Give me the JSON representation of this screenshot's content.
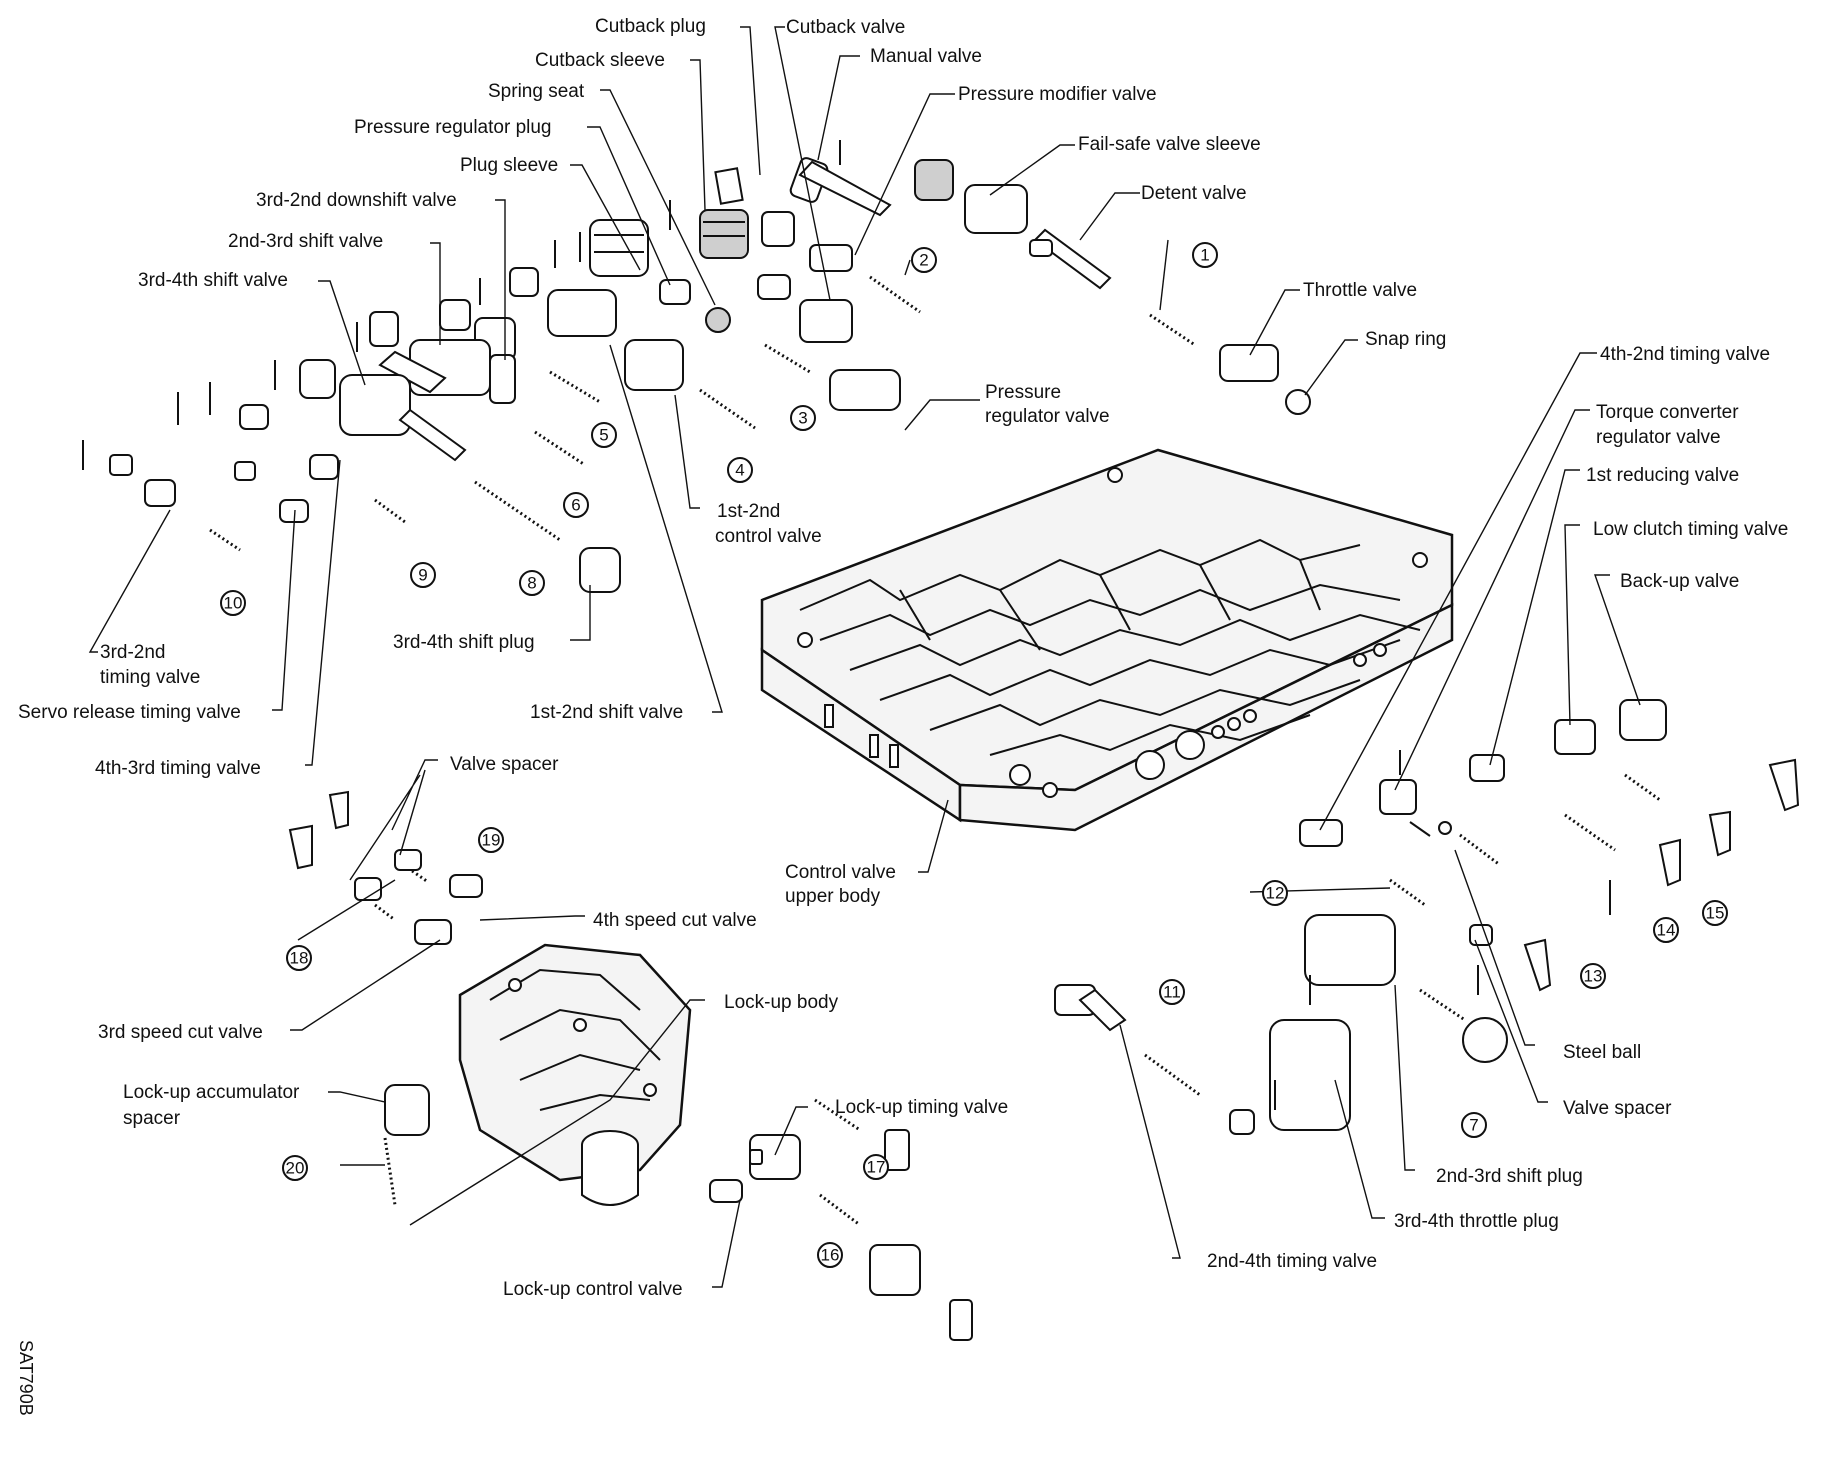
{
  "labels": [
    {
      "id": "cutback-plug",
      "text": "Cutback plug"
    },
    {
      "id": "cutback-valve",
      "text": "Cutback valve"
    },
    {
      "id": "cutback-sleeve",
      "text": "Cutback sleeve"
    },
    {
      "id": "manual-valve",
      "text": "Manual valve"
    },
    {
      "id": "spring-seat",
      "text": "Spring seat"
    },
    {
      "id": "pressure-modifier-valve",
      "text": "Pressure modifier valve"
    },
    {
      "id": "pressure-regulator-plug",
      "text": "Pressure regulator plug"
    },
    {
      "id": "fail-safe-valve-sleeve",
      "text": "Fail-safe valve sleeve"
    },
    {
      "id": "plug-sleeve",
      "text": "Plug sleeve"
    },
    {
      "id": "detent-valve",
      "text": "Detent valve"
    },
    {
      "id": "downshift-3-2",
      "text": "3rd-2nd downshift valve"
    },
    {
      "id": "shift-2-3",
      "text": "2nd-3rd shift valve"
    },
    {
      "id": "throttle-valve",
      "text": "Throttle valve"
    },
    {
      "id": "shift-3-4",
      "text": "3rd-4th shift valve"
    },
    {
      "id": "snap-ring",
      "text": "Snap ring"
    },
    {
      "id": "timing-4-2",
      "text": "4th-2nd timing valve"
    },
    {
      "id": "pressure-regulator-valve-1",
      "text": "Pressure"
    },
    {
      "id": "pressure-regulator-valve-2",
      "text": "regulator valve"
    },
    {
      "id": "torque-converter-1",
      "text": "Torque converter"
    },
    {
      "id": "torque-converter-2",
      "text": "regulator valve"
    },
    {
      "id": "first-reducing",
      "text": "1st reducing valve"
    },
    {
      "id": "control-1-2-a",
      "text": "1st-2nd"
    },
    {
      "id": "control-1-2-b",
      "text": "control valve"
    },
    {
      "id": "low-clutch-timing",
      "text": "Low clutch timing valve"
    },
    {
      "id": "back-up-valve",
      "text": "Back-up valve"
    },
    {
      "id": "timing-3-2-a",
      "text": "3rd-2nd"
    },
    {
      "id": "timing-3-2-b",
      "text": "timing valve"
    },
    {
      "id": "shift-plug-3-4",
      "text": "3rd-4th shift plug"
    },
    {
      "id": "servo-release",
      "text": "Servo release timing valve"
    },
    {
      "id": "shift-1-2",
      "text": "1st-2nd shift valve"
    },
    {
      "id": "timing-4-3",
      "text": "4th-3rd timing valve"
    },
    {
      "id": "valve-spacer-top",
      "text": "Valve spacer"
    },
    {
      "id": "control-upper-1",
      "text": "Control valve"
    },
    {
      "id": "control-upper-2",
      "text": "upper body"
    },
    {
      "id": "speed-cut-4",
      "text": "4th speed cut valve"
    },
    {
      "id": "lock-up-body",
      "text": "Lock-up body"
    },
    {
      "id": "speed-cut-3",
      "text": "3rd speed cut valve"
    },
    {
      "id": "steel-ball",
      "text": "Steel ball"
    },
    {
      "id": "lock-up-acc-1",
      "text": "Lock-up accumulator"
    },
    {
      "id": "lock-up-acc-2",
      "text": "spacer"
    },
    {
      "id": "valve-spacer-right",
      "text": "Valve spacer"
    },
    {
      "id": "lock-up-timing",
      "text": "Lock-up timing valve"
    },
    {
      "id": "shift-plug-2-3",
      "text": "2nd-3rd shift plug"
    },
    {
      "id": "throttle-plug-3-4",
      "text": "3rd-4th throttle plug"
    },
    {
      "id": "lock-up-control",
      "text": "Lock-up control valve"
    },
    {
      "id": "timing-2-4",
      "text": "2nd-4th timing valve"
    }
  ],
  "callouts": [
    "1",
    "2",
    "3",
    "4",
    "5",
    "6",
    "7",
    "8",
    "9",
    "10",
    "11",
    "12",
    "13",
    "14",
    "15",
    "16",
    "17",
    "18",
    "19",
    "20"
  ],
  "figure_code": "SAT790B"
}
